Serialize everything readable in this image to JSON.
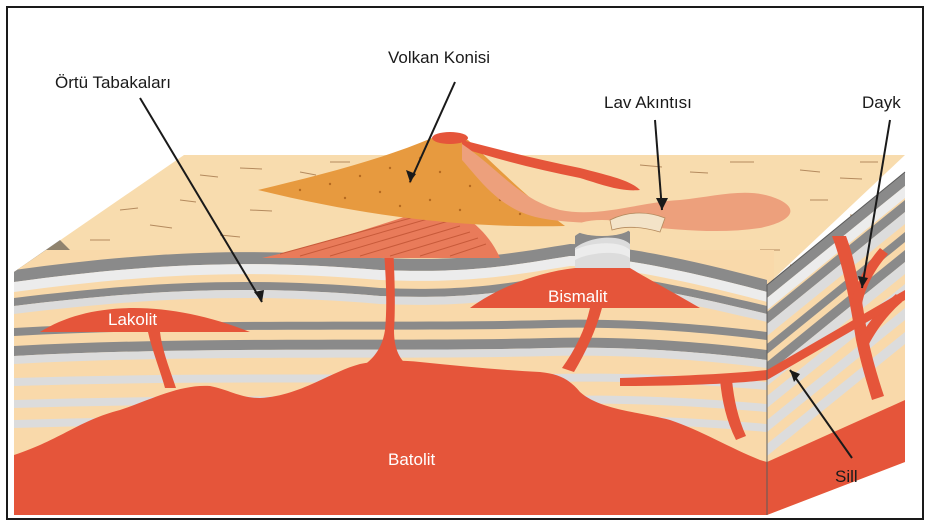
{
  "labels": {
    "ortu_tabakalari": "Örtü Tabakaları",
    "volkan_konisi": "Volkan Konisi",
    "lav_akintisi": "Lav Akıntısı",
    "dayk": "Dayk",
    "lakolit": "Lakolit",
    "bismalit": "Bismalit",
    "batolit": "Batolit",
    "sill": "Sill"
  },
  "colors": {
    "magma": "#e5553a",
    "cone": "#e79a3f",
    "crater": "#e5553a",
    "lava_flow": "#eda07c",
    "surface": "#f8dcae",
    "layer_light": "#f9d9aa",
    "layer_white": "#dcdcdc",
    "layer_gray": "#8a8a8a"
  }
}
